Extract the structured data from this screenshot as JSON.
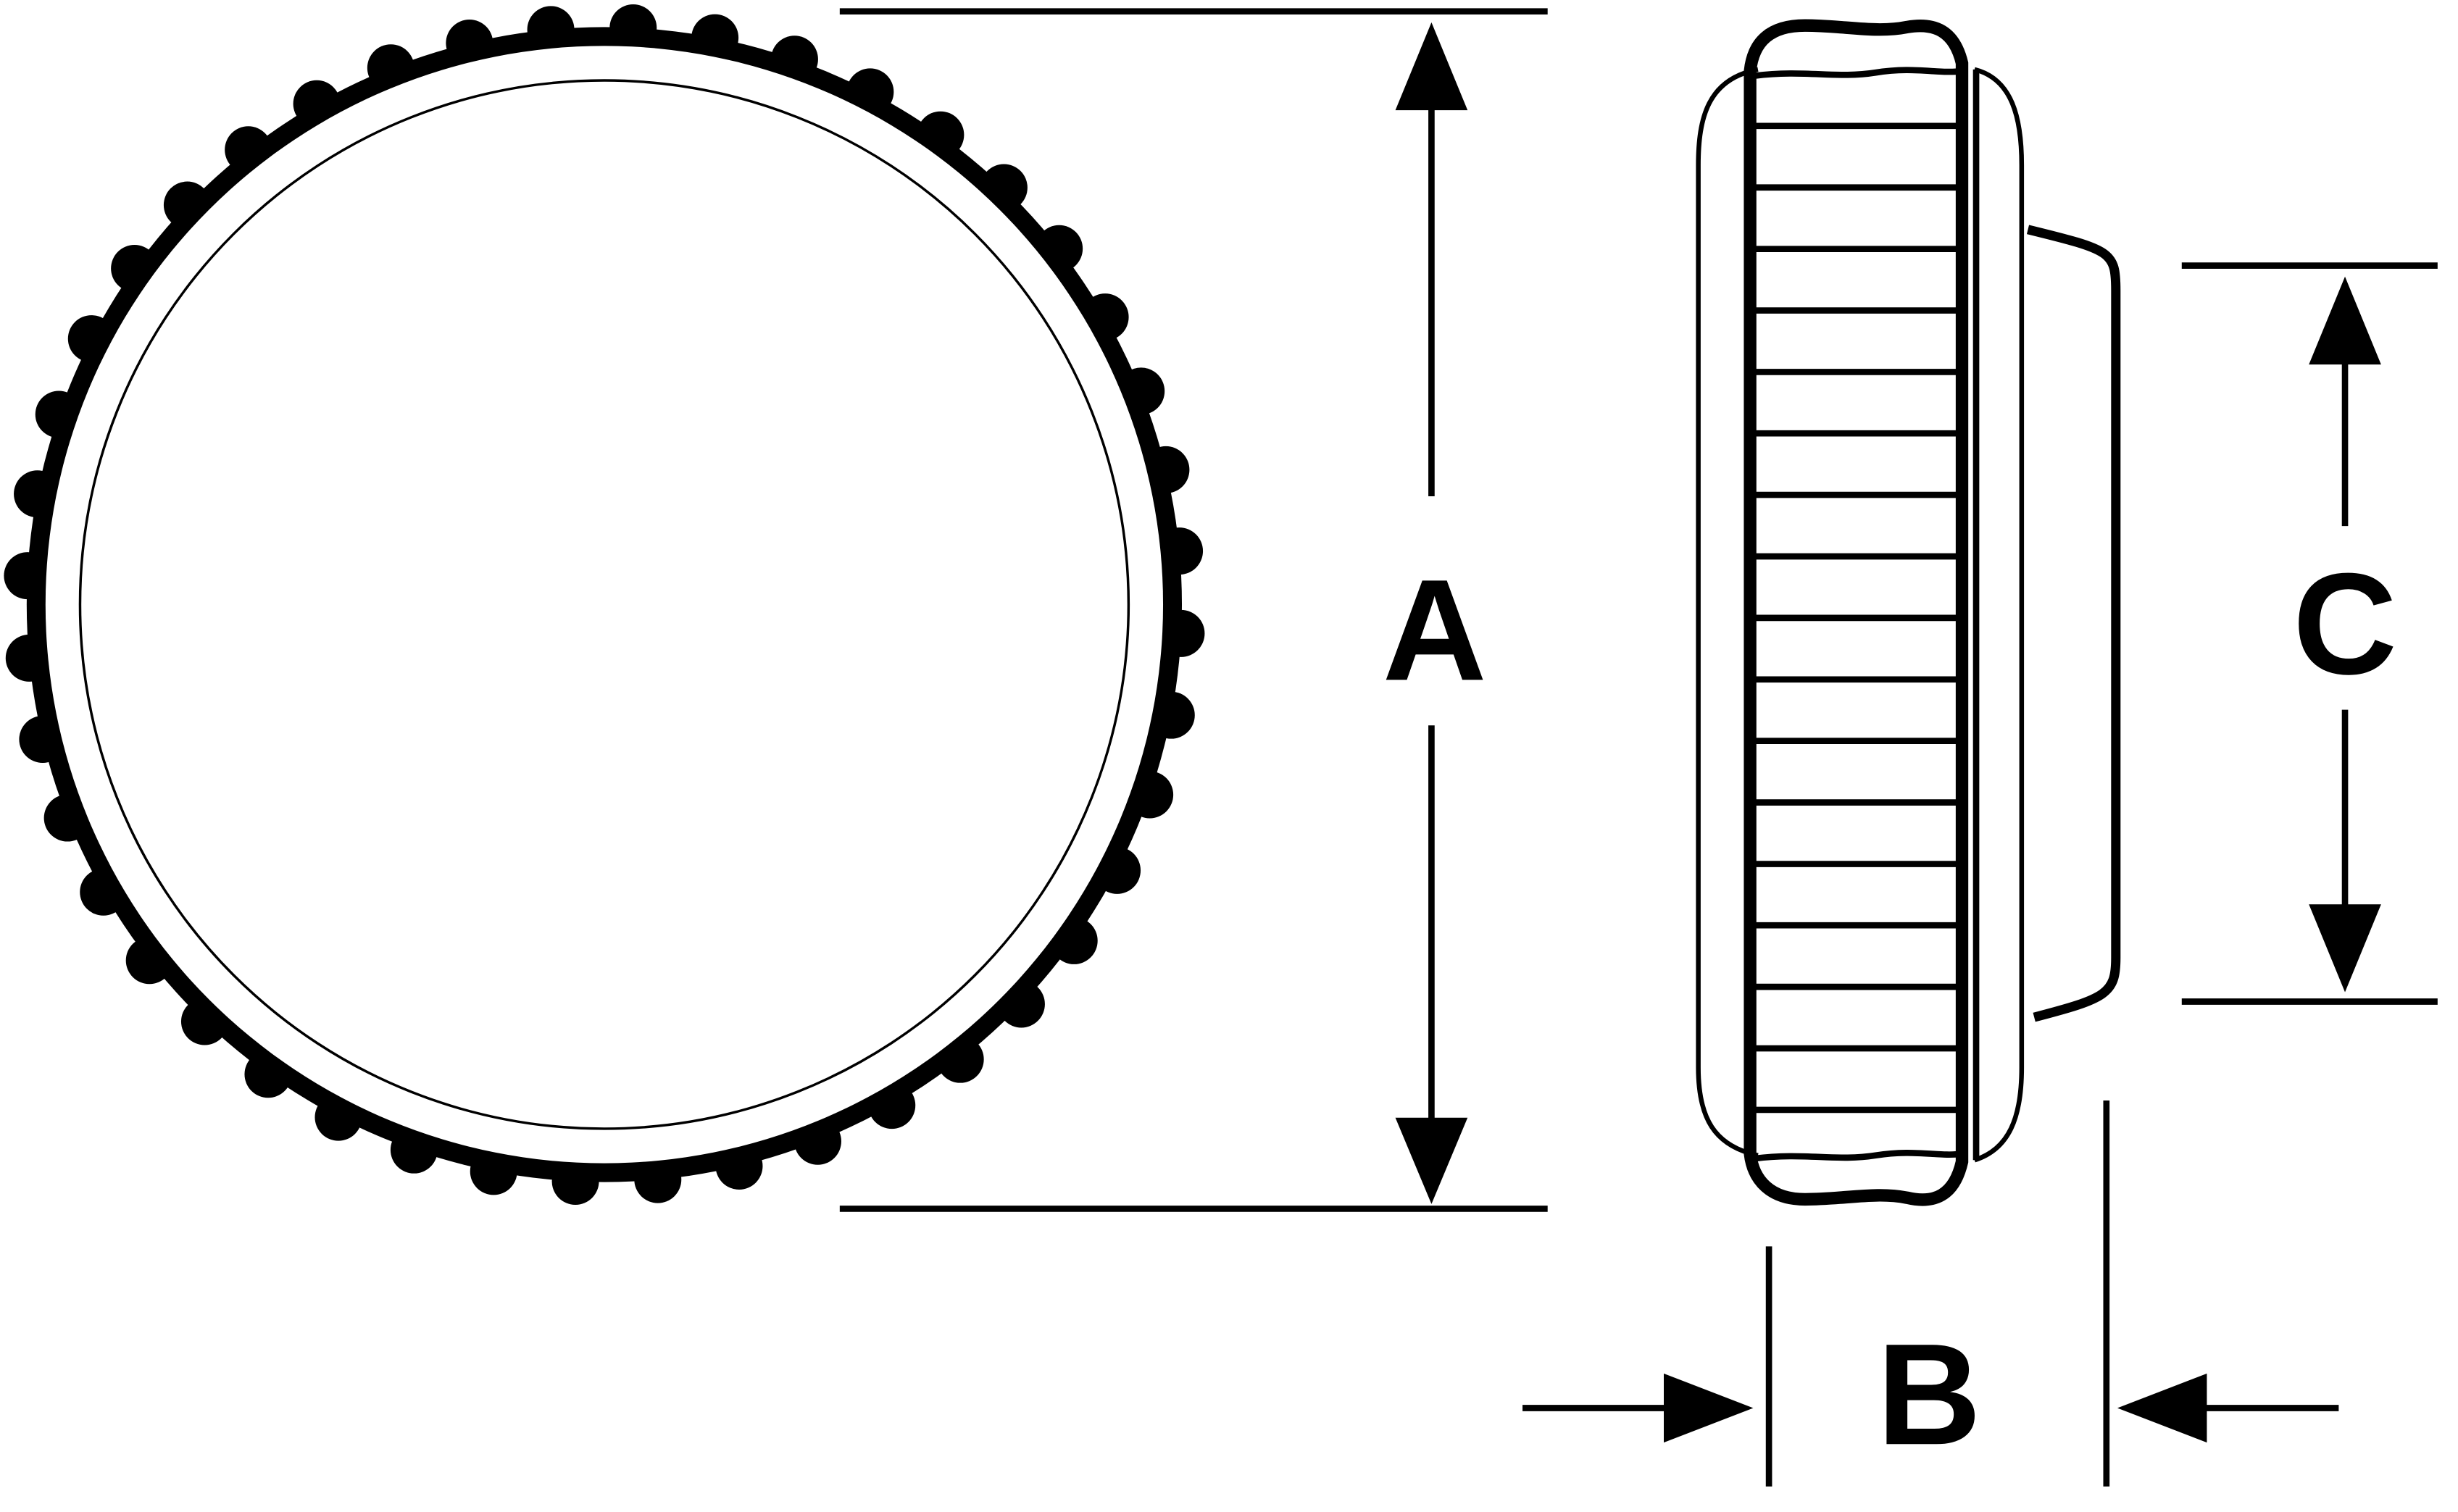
{
  "diagram": {
    "labels": {
      "outer_diameter": "A",
      "thickness": "B",
      "cavity_diameter": "C"
    },
    "colors": {
      "ink": "#000000",
      "background": "#ffffff"
    },
    "views": [
      "front-view",
      "side-view"
    ],
    "knurl_bump_count": 44,
    "grip_rib_count": 17
  }
}
